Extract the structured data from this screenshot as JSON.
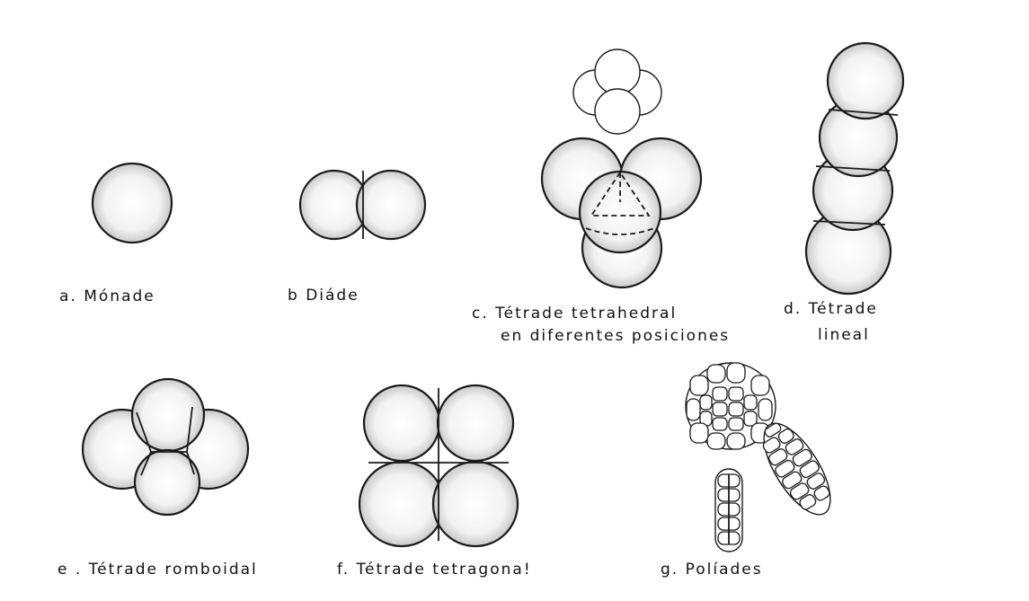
{
  "labels": {
    "a": "a.  Mónade",
    "b": "b  Diáde",
    "c_line1": "c. Tétrade tetrahedral",
    "c_line2": "en diferentes posiciones",
    "d_line1": "d. Tétrade",
    "d_line2": "lineal",
    "e": "e . Tétrade romboidal",
    "f": "f. Tétrade tetragona!",
    "g": "g.  Políades"
  }
}
